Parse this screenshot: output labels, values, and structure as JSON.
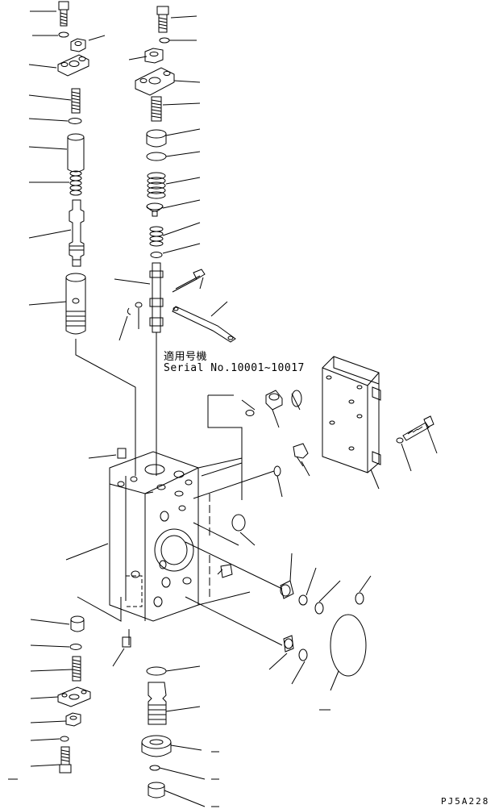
{
  "diagram": {
    "applicability_jp": "適用号機",
    "serial_range": "Serial No.10001~10017",
    "drawing_code": "PJ5A228"
  },
  "colors": {
    "line": "#000000",
    "paper": "#ffffff"
  }
}
